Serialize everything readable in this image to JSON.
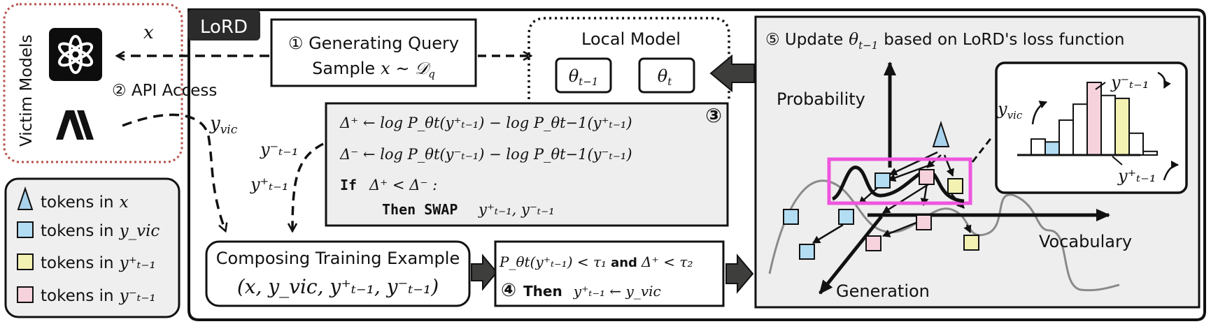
{
  "colors": {
    "victim_border": "#b5504a",
    "legend_fill": "#efefef",
    "panel_fill": "#eeeeee",
    "token_x": "#a9d2ec",
    "token_vic": "#b3ddf3",
    "token_pos": "#f3f2b3",
    "token_neg": "#f6d3dc",
    "highlight": "#ee55dd",
    "curve": "#8a8a8a",
    "arrow_fill": "#3e3e3c"
  },
  "icons": {
    "openai": "openai-logo-icon",
    "anthropic": "anthropic-logo-icon"
  },
  "victim": {
    "title": "Victim Models",
    "x_label": "x",
    "api_access": "② API Access",
    "y_vic_label": "y",
    "y_vic_sub": "vic"
  },
  "lord_tag": "LoRD",
  "query": {
    "line1": "① Generating Query",
    "line2_prefix": "Sample",
    "line2_math": "x ∼ 𝒟",
    "line2_sub": "q"
  },
  "local_model": {
    "title": "Local Model",
    "theta_prev": "θ",
    "theta_prev_sub": "t−1",
    "theta_cur": "θ",
    "theta_cur_sub": "t"
  },
  "step3": {
    "number": "③",
    "line1": "Δ⁺ ← log P_θt(y⁺ₜ₋₁) − log P_θt−1(y⁺ₜ₋₁)",
    "line2": "Δ⁻ ← log P_θt(y⁻ₜ₋₁) − log P_θt−1(y⁻ₜ₋₁)",
    "if_keyword": "If",
    "condition": "Δ⁺ < Δ⁻ :",
    "then_swap": "Then SWAP",
    "swap_args": "y⁺ₜ₋₁, y⁻ₜ₋₁"
  },
  "arrow_labels": {
    "y_minus": "y⁻ₜ₋₁",
    "y_plus": "y⁺ₜ₋₁"
  },
  "compose": {
    "line1": "Composing Training Example",
    "line2": "(x, y_vic, y⁺ₜ₋₁, y⁻ₜ₋₁)"
  },
  "step4": {
    "cond_math": "P_θt(y⁺ₜ₋₁) < τ₁",
    "and_word": "and",
    "cond2": "Δ⁺ < τ₂",
    "number": "④",
    "then_word": "Then",
    "assign": "y⁺ₜ₋₁ ← y_vic"
  },
  "legend": {
    "items": [
      {
        "label": "tokens in",
        "math": "x",
        "shape": "triangle"
      },
      {
        "label": "tokens in",
        "math": "y_vic",
        "shape": "blue"
      },
      {
        "label": "tokens in",
        "math": "y⁺ₜ₋₁",
        "shape": "yellow"
      },
      {
        "label": "tokens in",
        "math": "y⁻ₜ₋₁",
        "shape": "pink"
      }
    ]
  },
  "step5": {
    "title_prefix": "⑤ Update",
    "title_math": "θ",
    "title_sub": "t−1",
    "title_suffix": "based on LoRD's loss function",
    "axis_probability": "Probability",
    "axis_vocabulary": "Vocabulary",
    "axis_generation": "Generation"
  },
  "histogram": {
    "y_vic_label": "y",
    "y_vic_sub": "vic",
    "y_minus_label": "y⁻ₜ₋₁",
    "y_plus_label": "y⁺ₜ₋₁",
    "bars": [
      {
        "kind": "plain",
        "value": 0.22
      },
      {
        "kind": "vic",
        "value": 0.18
      },
      {
        "kind": "plain",
        "value": 0.48
      },
      {
        "kind": "plain",
        "value": 0.7
      },
      {
        "kind": "neg",
        "value": 1.0
      },
      {
        "kind": "plain",
        "value": 0.82
      },
      {
        "kind": "pos",
        "value": 0.78
      },
      {
        "kind": "plain",
        "value": 0.3
      },
      {
        "kind": "plain",
        "value": 0.05
      }
    ]
  }
}
